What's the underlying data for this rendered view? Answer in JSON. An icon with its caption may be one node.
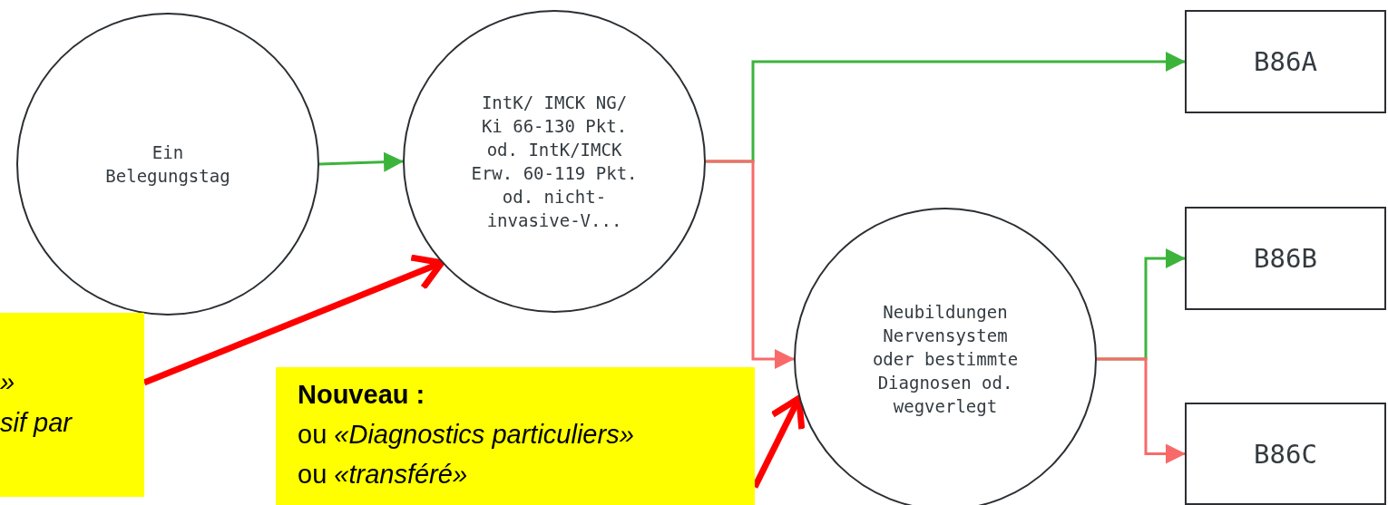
{
  "diagram": {
    "nodes": [
      {
        "text": [
          "Ein Belegungstag"
        ]
      },
      {
        "text": [
          "IntK/ IMCK NG/ Ki 66-130 Pkt. od. IntK/IMCK Erw. 60-119 Pkt. od. nicht-invasive-V..."
        ]
      },
      {
        "text": [
          "B86A"
        ]
      },
      {
        "text": [
          "Neubildungen Nervensystem oder bestimmte Diagnosen od. wegverlegt"
        ]
      },
      {
        "text": [
          "B86B"
        ]
      },
      {
        "text": [
          "B86C"
        ]
      },
      {
        "text": [
          "»",
          "sif par"
        ]
      },
      {
        "text": [
          "Nouveau :",
          "ou *«Diagnostics particuliers»*",
          "ou *«transféré»*"
        ]
      }
    ],
    "edges": [
      {
        "from": 0,
        "to": 1,
        "arrow": "to",
        "color": "#3cb43c"
      },
      {
        "from": 1,
        "to": 2,
        "arrow": "to",
        "color": "#3cb43c"
      },
      {
        "from": 1,
        "to": 3,
        "arrow": "to",
        "color": "#f86a6a"
      },
      {
        "from": 3,
        "to": 4,
        "arrow": "to",
        "color": "#3cb43c"
      },
      {
        "from": 3,
        "to": 5,
        "arrow": "to",
        "color": "#f86a6a"
      },
      {
        "from": 6,
        "to": 1,
        "arrow": "to",
        "style": "thick",
        "color": "#ff0000"
      },
      {
        "from": 7,
        "to": 3,
        "arrow": "to",
        "style": "thick",
        "color": "#ff0000"
      }
    ]
  }
}
